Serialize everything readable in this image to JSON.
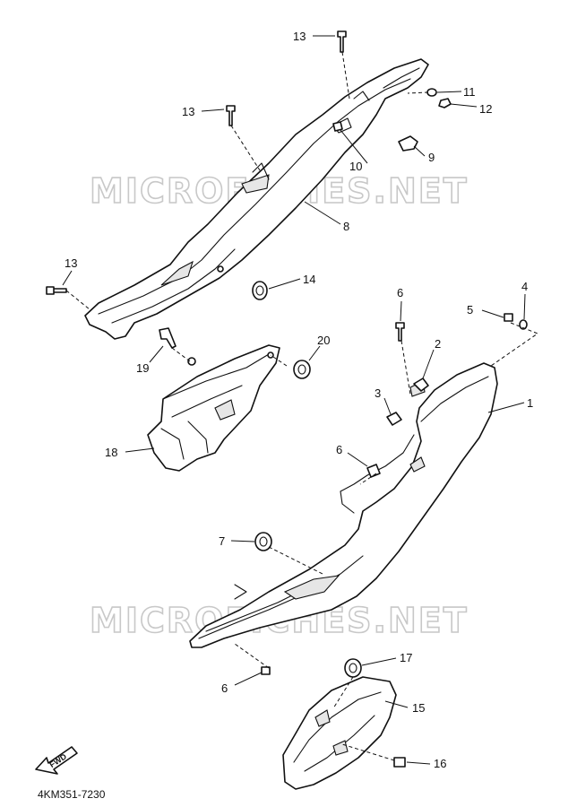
{
  "watermark": "MICROFICHES.NET",
  "diagram_code": "4KM351-7230",
  "fwd_label": "FWD",
  "callouts": [
    "13",
    "13",
    "11",
    "12",
    "9",
    "10",
    "8",
    "13",
    "14",
    "6",
    "4",
    "5",
    "2",
    "20",
    "19",
    "3",
    "1",
    "18",
    "6",
    "7",
    "6",
    "17",
    "15",
    "16"
  ]
}
